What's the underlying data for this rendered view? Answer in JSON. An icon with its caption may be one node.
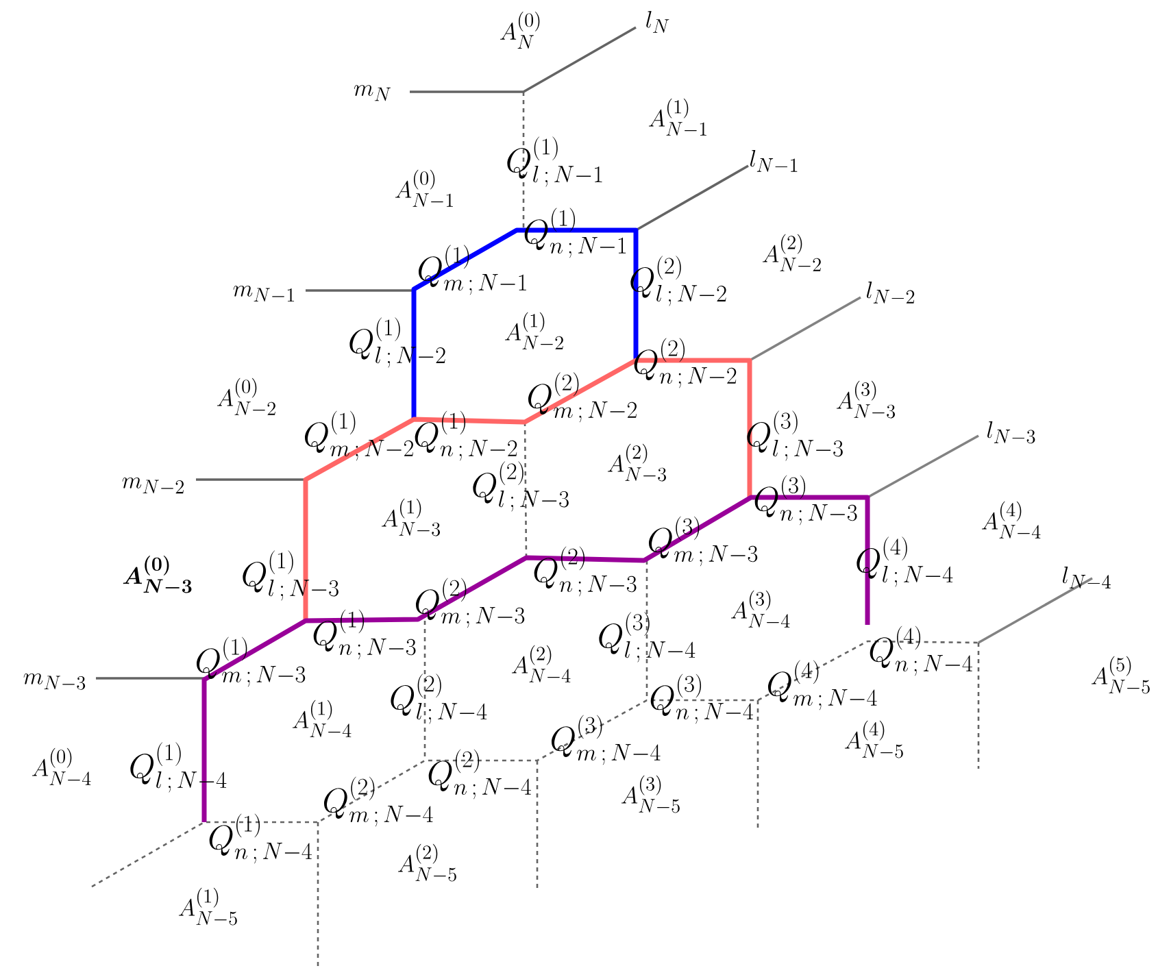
{
  "diagram": {
    "labels": [
      "A^{(0)}_{N}",
      "l_{N}",
      "m_{N}",
      "Q^{(1)}_{l\\,;\\,N-1}",
      "A^{(1)}_{N-1}",
      "l_{N-1}",
      "A^{(0)}_{N-1}",
      "Q^{(1)}_{n\\,;\\,N-1}",
      "Q^{(1)}_{m\\,;\\,N-1}",
      "m_{N-1}",
      "Q^{(2)}_{l\\,;\\,N-2}",
      "A^{(2)}_{N-2}",
      "l_{N-2}",
      "A^{(1)}_{N-2}",
      "Q^{(1)}_{l\\,;\\,N-2}",
      "Q^{(2)}_{n\\,;\\,N-2}",
      "A^{(0)}_{N-2}",
      "A^{(3)}_{N-3}",
      "Q^{(2)}_{m\\,;\\,N-2}",
      "Q^{(1)}_{m\\,;\\,N-2}",
      "Q^{(1)}_{n\\,;\\,N-2}",
      "Q^{(3)}_{l\\,;\\,N-3}",
      "l_{N-3}",
      "A^{(2)}_{N-3}",
      "m_{N-2}",
      "Q^{(2)}_{l\\,;\\,N-3}",
      "A^{(1)}_{N-3}",
      "Q^{(3)}_{n\\,;\\,N-3}",
      "A^{(4)}_{N-4}",
      "Q^{(3)}_{m\\,;\\,N-3}",
      "Q^{(4)}_{l\\,;\\,N-4}",
      "\\boldsymbol{A^{(0)}_{N-3}}",
      "Q^{(1)}_{l\\,;\\,N-3}",
      "Q^{(2)}_{n\\,;\\,N-3}",
      "l_{N-4}",
      "A^{(3)}_{N-4}",
      "Q^{(2)}_{m\\,;\\,N-3}",
      "Q^{(3)}_{l\\,;\\,N-4}",
      "Q^{(1)}_{n\\,;\\,N-3}",
      "A^{(2)}_{N-4}",
      "Q^{(4)}_{n\\,;\\,N-4}",
      "Q^{(1)}_{m\\,;\\,N-3}",
      "A^{(5)}_{N-5}",
      "m_{N-3}",
      "Q^{(4)}_{m\\,;\\,N-4}",
      "Q^{(2)}_{l\\,;\\,N-4}",
      "Q^{(3)}_{n\\,;\\,N-4}",
      "A^{(1)}_{N-4}",
      "A^{(4)}_{N-5}",
      "Q^{(3)}_{m\\,;\\,N-4}",
      "A^{(0)}_{N-4}",
      "Q^{(1)}_{l\\,;\\,N-4}",
      "Q^{(2)}_{n\\,;\\,N-4}",
      "Q^{(2)}_{m\\,;\\,N-4}",
      "A^{(3)}_{N-5}",
      "Q^{(1)}_{n\\,;\\,N-4}",
      "A^{(2)}_{N-5}",
      "A^{(1)}_{N-5}"
    ]
  }
}
